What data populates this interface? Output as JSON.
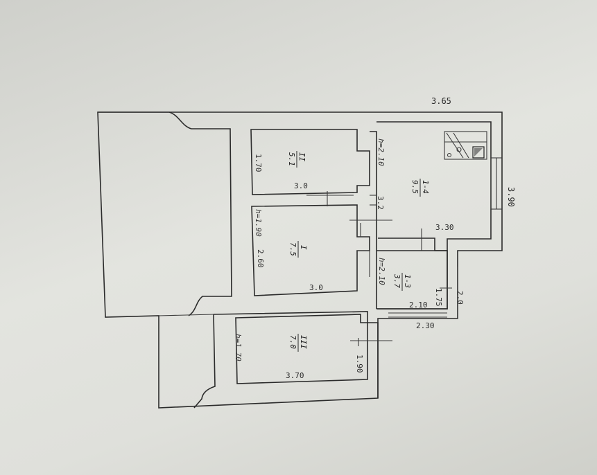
{
  "dimensions": {
    "top_width": "3.65",
    "right_height": "3.90",
    "room_14_width": "3.30",
    "room_ii_height": "1.70",
    "room_ii_width": "3.0",
    "room_i_height": "2.60",
    "room_i_width": "3.0",
    "corridor_span": "3.2",
    "room_13_height": "1.75",
    "room_13_width": "2.10",
    "step_width": "2.30",
    "step_height": "2.0",
    "room_iii_width": "3.70",
    "room_iii_right": "1.90",
    "room_iii_left_h": "h=1.70"
  },
  "ceiling_heights": {
    "kitchen": "h=2.10",
    "room_i": "h=1.90",
    "room_13": "h=2.10"
  },
  "rooms": [
    {
      "id": "II",
      "area": "5.1"
    },
    {
      "id": "I",
      "area": "7.5"
    },
    {
      "id": "1-4",
      "area": "9.5"
    },
    {
      "id": "1-3",
      "area": "3.7"
    },
    {
      "id": "III",
      "area": "7.0"
    }
  ]
}
